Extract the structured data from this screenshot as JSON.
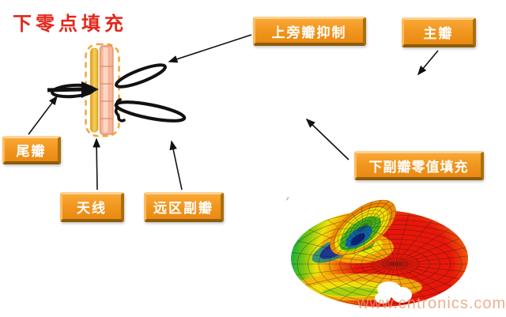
{
  "title": {
    "text": "下零点填充",
    "color": "#e3271a"
  },
  "boxes": [
    {
      "id": "tail-lobe",
      "label": "尾瓣"
    },
    {
      "id": "antenna",
      "label": "天线"
    },
    {
      "id": "far-region-sidelobe",
      "label": "远区副瓣"
    },
    {
      "id": "upper-sidelobe-suppression",
      "label": "上旁瓣抑制"
    },
    {
      "id": "main-lobe",
      "label": "主瓣"
    },
    {
      "id": "lower-sidelobe-null-fill",
      "label": "下副瓣零值填充"
    }
  ],
  "watermark": {
    "text": "www.cntronics.com",
    "color": "#e99c72"
  },
  "colors": {
    "box_face": "#f0941d",
    "box_bevel_light": "#fdd294",
    "box_bevel_dark": "#8f5c08",
    "title_red": "#e3271a",
    "antenna_dash": "#f1a63c",
    "antenna_gold_bar": "#eebc45",
    "antenna_salmon_bar": "#f4b59b",
    "lobe_stroke": "#111111",
    "pattern_red": "#e81709",
    "pattern_orange": "#f9a306",
    "pattern_yellow": "#f2e10a",
    "pattern_green": "#28b335",
    "pattern_blue": "#1d50c8"
  }
}
